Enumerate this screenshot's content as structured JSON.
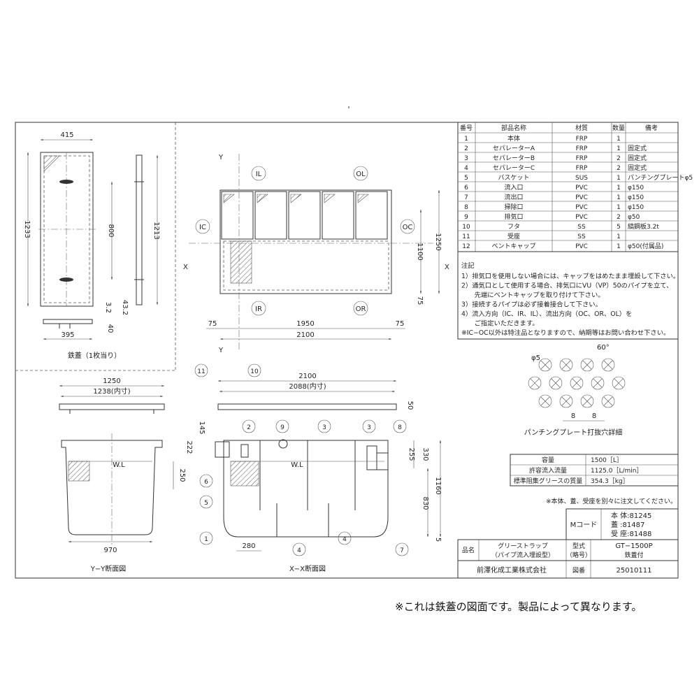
{
  "parts_table": {
    "headers": [
      "番号",
      "部品名称",
      "材質",
      "数量",
      "備考"
    ],
    "rows": [
      [
        "1",
        "本体",
        "FRP",
        "1",
        ""
      ],
      [
        "2",
        "セパレーターA",
        "FRP",
        "1",
        "固定式"
      ],
      [
        "3",
        "セパレーターB",
        "FRP",
        "2",
        "固定式"
      ],
      [
        "4",
        "セパレーターC",
        "FRP",
        "2",
        "固定式"
      ],
      [
        "5",
        "バスケット",
        "SUS",
        "1",
        "パンチングプレートφ5"
      ],
      [
        "6",
        "流入口",
        "PVC",
        "1",
        "φ150"
      ],
      [
        "7",
        "流出口",
        "PVC",
        "1",
        "φ150"
      ],
      [
        "8",
        "掃除口",
        "PVC",
        "1",
        "φ150"
      ],
      [
        "9",
        "排気口",
        "PVC",
        "2",
        "φ50"
      ],
      [
        "10",
        "フタ",
        "SS",
        "5",
        "縞鋼板3.2t"
      ],
      [
        "11",
        "受座",
        "SS",
        "1",
        ""
      ],
      [
        "12",
        "ベントキャップ",
        "PVC",
        "1",
        "φ50(付属品)"
      ]
    ]
  },
  "notes": {
    "title": "注記",
    "items": [
      "1）排気口を使用しない場合には、キャップをはめたまま埋設して下さい。",
      "2）通気口として使用する場合、排気口にVU（VP）50のパイプを立て、",
      "　　先端にベントキャップを取り付けて下さい。",
      "3）接続するパイプは必ず接着接合して下さい。",
      "4）流入方向（IC、IR、IL）、流出方向（OC、OR、OL）を",
      "　　ご指定いただきます。",
      "※IC−OC以外は特注品となりますので、納期等はお問い合わせ下さい。"
    ]
  },
  "punching": {
    "title": "パンチングプレート打抜穴詳細",
    "hole_label": "φ5",
    "angle_label": "60°",
    "pitch1": "8",
    "pitch2": "8"
  },
  "specs": {
    "rows": [
      [
        "容量",
        "1500［L］"
      ],
      [
        "許容流入流量",
        "1125.0［L/min］"
      ],
      [
        "標準阻集グリースの質量",
        "354.3［kg］"
      ]
    ]
  },
  "note_small": "※本体、蓋、受座を別々に注文してください。",
  "mcode": {
    "label": "Mコード",
    "values": [
      "本 体:81245",
      "蓋 :81487",
      "受 座:81488"
    ]
  },
  "product": {
    "name_label": "品名",
    "name_line1": "グリーストラップ",
    "name_line2": "（パイプ流入埋設型）",
    "model_label1": "型式",
    "model_label2": "（略号）",
    "model_line1": "GT−1500P",
    "model_line2": "鉄蓋付",
    "company": "前澤化成工業株式会社",
    "drawing_label": "図番",
    "drawing_number": "25010111"
  },
  "cover_view": {
    "caption": "鉄蓋（1枚当り）",
    "dims": [
      "415",
      "1233",
      "800",
      "1213",
      "3.2",
      "43.2",
      "40",
      "395"
    ]
  },
  "plan_view": {
    "flow": [
      "IL",
      "OL",
      "IC",
      "OC",
      "IR",
      "OR"
    ],
    "axis_y": "Y",
    "axis_x": "X",
    "dims": [
      "1100",
      "1250",
      "75",
      "75",
      "1950",
      "75",
      "2100"
    ]
  },
  "yy_view": {
    "caption": "Y−Y断面図",
    "dims": [
      "1250",
      "1238(内寸)",
      "250",
      "970"
    ],
    "wl": "W.L"
  },
  "xx_view": {
    "caption": "X−X断面図",
    "dims": [
      "2100",
      "2088(内寸)",
      "50",
      "145",
      "222",
      "255",
      "330",
      "830",
      "1160",
      "5",
      "280"
    ],
    "wl": "W.L",
    "callouts": [
      "1",
      "2",
      "3",
      "3",
      "4",
      "4",
      "5",
      "6",
      "7",
      "8",
      "9",
      "10",
      "11"
    ]
  },
  "footer_note": "※これは鉄蓋の図面です。製品によって異なります。"
}
